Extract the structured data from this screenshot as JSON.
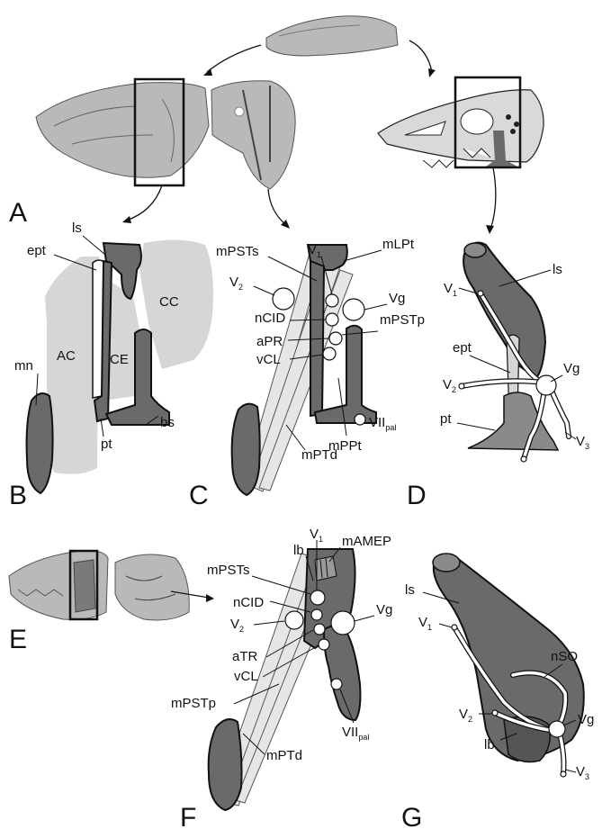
{
  "panels": {
    "A": "A",
    "B": "B",
    "C": "C",
    "D": "D",
    "E": "E",
    "F": "F",
    "G": "G"
  },
  "labels_b": {
    "ls": "ls",
    "ept": "ept",
    "cc": "CC",
    "ac": "AC",
    "ce": "CE",
    "mn": "mn",
    "pt": "pt",
    "bs": "bs"
  },
  "labels_c": {
    "mpsts": "mPSTs",
    "v1": "V",
    "v1_sub": "1",
    "mlpt": "mLPt",
    "v2": "V",
    "v2_sub": "2",
    "vg": "Vg",
    "ncid": "nCID",
    "mpstp": "mPSTp",
    "apr": "aPR",
    "vcl": "vCL",
    "mppt": "mPPt",
    "vii": "VII",
    "vii_sub": "pal",
    "mptd": "mPTd"
  },
  "labels_d": {
    "ls": "ls",
    "v1": "V",
    "v1_sub": "1",
    "ept": "ept",
    "v2": "V",
    "v2_sub": "2",
    "vg": "Vg",
    "pt": "pt",
    "v3": "V",
    "v3_sub": "3"
  },
  "labels_f": {
    "v1": "V",
    "v1_sub": "1",
    "mamep": "mAMEP",
    "lb": "lb",
    "mpsts": "mPSTs",
    "ncid": "nCID",
    "vg": "Vg",
    "v2": "V",
    "v2_sub": "2",
    "atr": "aTR",
    "vcl": "vCL",
    "mpstp": "mPSTp",
    "vii": "VII",
    "vii_sub": "pal",
    "mptd": "mPTd"
  },
  "labels_g": {
    "ls": "ls",
    "v1": "V",
    "v1_sub": "1",
    "nso": "nSO",
    "v2": "V",
    "v2_sub": "2",
    "vg": "Vg",
    "lb": "lb",
    "v3": "V",
    "v3_sub": "3"
  },
  "colors": {
    "bone": "#6a6a6a",
    "cartilage": "#d6d6d6",
    "nerve": "#ffffff",
    "muscle": "#e6e6e6"
  }
}
